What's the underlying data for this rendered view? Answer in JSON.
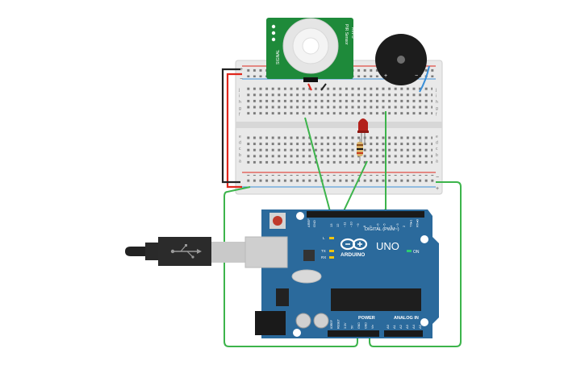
{
  "colors": {
    "board": "#2b6a9c",
    "board_dark": "#1f5078",
    "pir_pcb": "#1e8a3a",
    "wire_green": "#3cb44b",
    "wire_red": "#e0261b",
    "wire_black": "#222222",
    "wire_blue": "#3a8fd8",
    "breadboard": "#e9e9e9",
    "led_red": "#b3201a",
    "buzzer": "#1c1c1c"
  },
  "pir_sensor": {
    "left_text": "SIGNAL",
    "right_text": "PIR Sensor",
    "bottom_left": "PIR",
    "bottom_right": "Rev B"
  },
  "buzzer": {
    "plus": "+",
    "minus": "−"
  },
  "breadboard": {
    "rows_top": [
      "j",
      "i",
      "h",
      "g",
      "f"
    ],
    "rows_bottom": [
      "e",
      "d",
      "c",
      "b",
      "a"
    ],
    "rail_plus": "+",
    "rail_minus": "−"
  },
  "arduino": {
    "logo_text": "ARDUINO",
    "model": "UNO",
    "digital_label": "DIGITAL (PWM~)",
    "power_label": "POWER",
    "analog_label": "ANALOG IN",
    "on_label": "ON",
    "led_l": "L",
    "led_tx": "TX",
    "led_rx": "RX",
    "aref": "AREF",
    "gnd": "GND",
    "digital_pins": [
      "13",
      "12",
      "~11",
      "~10",
      "~9",
      "8",
      "7",
      "~6",
      "~5",
      "4",
      "~3",
      "2",
      "TX▸1",
      "RX◂0"
    ],
    "power_pins": [
      "IOREF",
      "RESET",
      "3.3V",
      "5V",
      "GND",
      "GND",
      "Vin"
    ],
    "analog_pins": [
      "A0",
      "A1",
      "A2",
      "A3",
      "A4",
      "A5"
    ]
  },
  "usb_cable": {
    "icon": "usb-icon"
  }
}
